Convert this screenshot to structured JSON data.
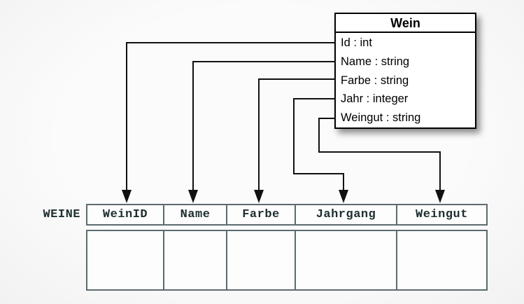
{
  "class_box": {
    "title": "Wein",
    "attributes": [
      "Id : int",
      "Name : string",
      "Farbe : string",
      "Jahr : integer",
      "Weingut : string"
    ]
  },
  "table": {
    "name": "WEINE",
    "columns": [
      "WeinID",
      "Name",
      "Farbe",
      "Jahrgang",
      "Weingut"
    ],
    "body_row_cells": [
      "",
      "",
      "",
      "",
      ""
    ]
  },
  "mappings": [
    {
      "from": "Id",
      "to": "WeinID"
    },
    {
      "from": "Name",
      "to": "Name"
    },
    {
      "from": "Farbe",
      "to": "Farbe"
    },
    {
      "from": "Jahr",
      "to": "Jahrgang"
    },
    {
      "from": "Weingut",
      "to": "Weingut"
    }
  ],
  "colors": {
    "background": "#f8f8f8",
    "connector": "#111111",
    "class_box_border": "#000000",
    "table_border": "#5c6b6f",
    "table_text": "#1e2e31"
  }
}
